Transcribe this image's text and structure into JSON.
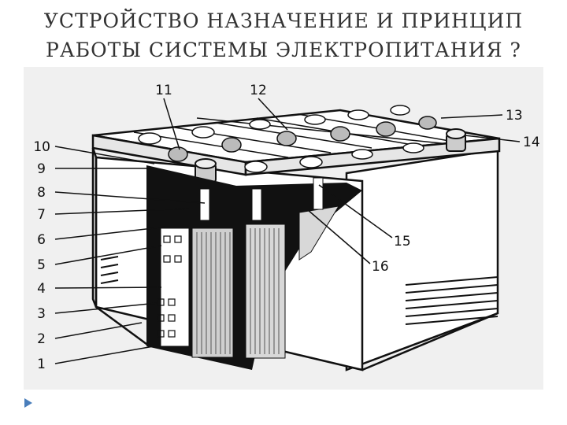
{
  "title": {
    "line1": "УСТРОЙСТВО НАЗНАЧЕНИЕ И ПРИНЦИП",
    "line2": "РАБОТЫ СИСТЕМЫ ЭЛЕКТРОПИТАНИЯ ?"
  },
  "labels": {
    "l1": "1",
    "l2": "2",
    "l3": "3",
    "l4": "4",
    "l5": "5",
    "l6": "6",
    "l7": "7",
    "l8": "8",
    "l9": "9",
    "l10": "10",
    "l11": "11",
    "l12": "12",
    "l13": "13",
    "l14": "14",
    "l15": "15",
    "l16": "16"
  },
  "colors": {
    "title": "#333333",
    "ink": "#111111",
    "bullet": "#4a7ebb"
  },
  "icons": {
    "slide_bullet": "triangle-bullet-icon"
  }
}
